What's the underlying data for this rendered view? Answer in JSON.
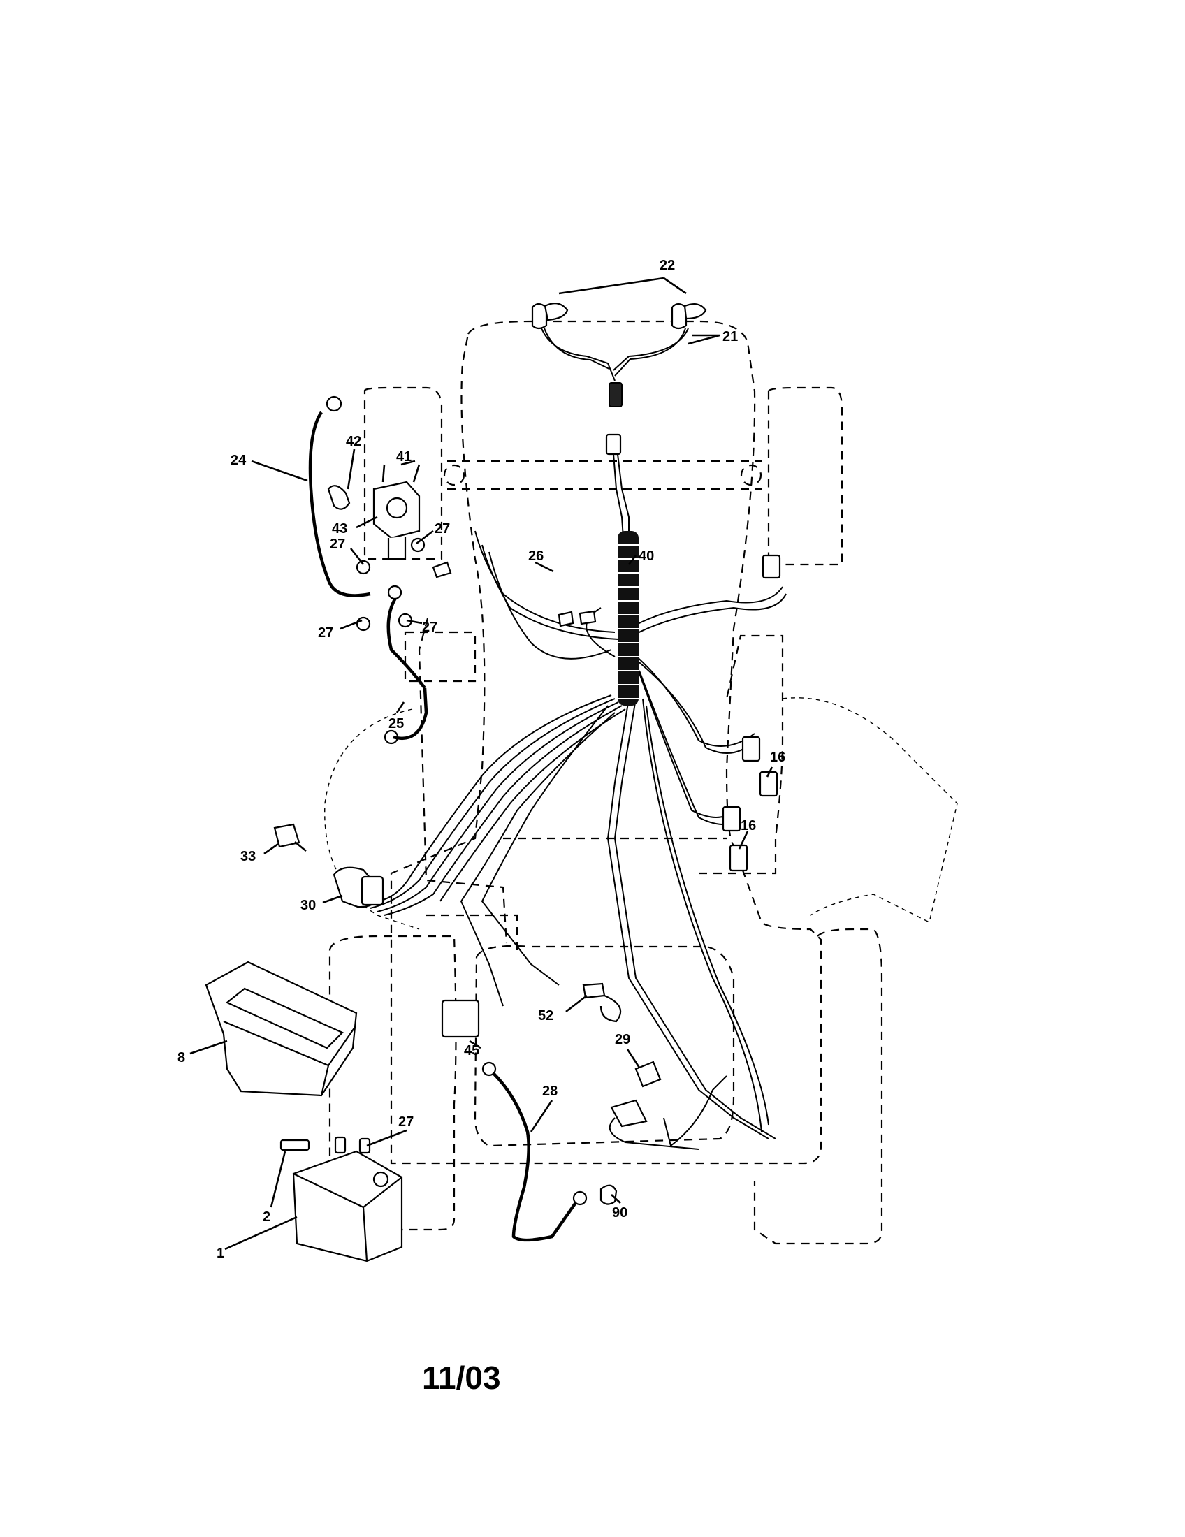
{
  "diagram": {
    "callouts": {
      "c22": "22",
      "c21": "21",
      "c24": "24",
      "c42": "42",
      "c41": "41",
      "c43": "43",
      "c27a": "27",
      "c27b": "27",
      "c27c": "27",
      "c27d": "27",
      "c26": "26",
      "c40": "40",
      "c25": "25",
      "c16a": "16",
      "c16b": "16",
      "c33": "33",
      "c30": "30",
      "c8": "8",
      "c52": "52",
      "c45": "45",
      "c29": "29",
      "c28": "28",
      "c27e": "27",
      "c2": "2",
      "c1": "1",
      "c90": "90"
    },
    "date_code": "11/03"
  }
}
